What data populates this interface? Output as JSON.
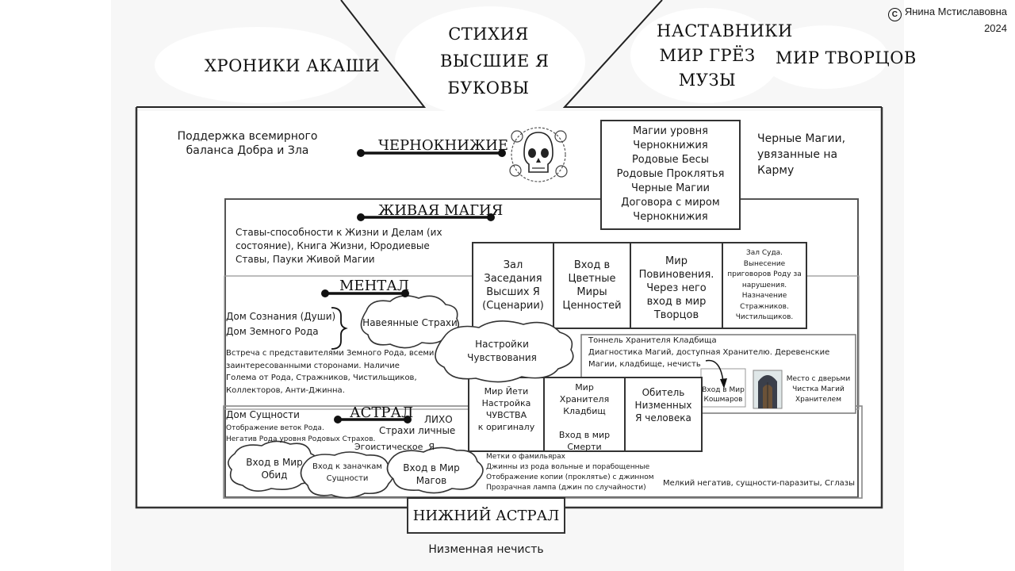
{
  "copyright": {
    "symbol": "C",
    "author": "Янина Мстиславовна",
    "year": "2024"
  },
  "top": {
    "akasha": "ХРОНИКИ АКАШИ",
    "center": [
      "СТИХИЯ",
      "ВЫСШИЕ Я",
      "БУКОВЫ"
    ],
    "right_col": [
      "НАСТАВНИКИ",
      "МИР ГРЁЗ",
      "МУЗЫ"
    ],
    "creators": "МИР ТВОРЦОВ"
  },
  "chernoknizhie": {
    "title": "ЧЕРНОКНИЖИЕ",
    "left_text": [
      "Поддержка всемирного",
      "баланса Добра и Зла"
    ],
    "box": [
      "Магии уровня",
      "Чернокнижия",
      "Родовые Бесы",
      "Родовые Проклятья",
      "Черные Магии",
      "Договора с миром",
      "Чернокнижия"
    ],
    "right_text": [
      "Черные Магии,",
      "увязанные на",
      "Карму"
    ]
  },
  "zhivaya": {
    "title": "ЖИВАЯ МАГИЯ",
    "text": [
      "Ставы-способности к Жизни и Делам (их",
      "состояние), Книга Жизни, Юродиевые",
      "Ставы, Пауки Живой Магии"
    ]
  },
  "halls": [
    [
      "Зал",
      "Заседания",
      "Высших Я",
      "(Сценарии)"
    ],
    [
      "Вход в",
      "Цветные",
      "Миры",
      "Ценностей"
    ],
    [
      "Мир",
      "Повиновения.",
      "Через него",
      "вход в мир",
      "Творцов"
    ],
    [
      "Зал Суда.",
      "Вынесение",
      "приговоров Роду за",
      "нарушения.",
      "Назначение",
      "Стражников.",
      "Чистильщиков."
    ]
  ],
  "mental": {
    "title": "МЕНТАЛ",
    "houses": [
      "Дом Сознания (Души)",
      "Дом Земного Рода"
    ],
    "cloud1": "Навеянные Страхи",
    "cloud2": [
      "Настройки",
      "Чувствования"
    ],
    "text": [
      "Встреча с представителями Земного Рода, всеми",
      "заинтересованными сторонами. Наличие",
      "Голема от Рода, Стражников, Чистильщиков,",
      "Коллекторов, Анти-Джинна."
    ]
  },
  "tunnel": {
    "text": [
      "Тоннель Хранителя Кладбища",
      "Диагностика Магий, доступная Хранителю. Деревенские",
      "Магии, кладбище, нечисть"
    ],
    "nightmares": [
      "Вход в Мир",
      "Кошмаров"
    ],
    "door": [
      "Место с дверьми",
      "Чистка Магий",
      "Хранителем"
    ]
  },
  "worlds": [
    [
      "Мир Йети",
      "Настройка",
      "ЧУВСТВА",
      "к оригиналу"
    ],
    [
      "Мир",
      "Хранителя",
      "Кладбищ",
      "",
      "Вход в мир",
      "Смерти"
    ],
    [
      "Обитель",
      "Низменных",
      "Я человека"
    ]
  ],
  "astral": {
    "title": "АСТРАЛ",
    "house": "Дом Сущности",
    "lines": [
      "Отображение веток Рода.",
      "Негатив Рода уровня Родовых Страхов."
    ],
    "licho": "ЛИХО",
    "fears": "Страхи личные",
    "ego": "Эгоистическое  Я",
    "cloud_obid": [
      "Вход в Мир",
      "Обид"
    ],
    "cloud_stash": [
      "Вход к заначкам",
      "Сущности"
    ],
    "cloud_mages": [
      "Вход в Мир",
      "Магов"
    ],
    "familiars": [
      "Метки о фамильярах",
      "Джинны из рода вольные и порабощенные",
      "Отображение копии (проклятье) с джинном",
      "Прозрачная лампа (джин по случайности)"
    ],
    "negative": "Мелкий негатив, сущности-паразиты, Сглазы"
  },
  "bottom": {
    "title": "НИЖНИЙ АСТРАЛ",
    "below": "Низменная нечисть"
  }
}
